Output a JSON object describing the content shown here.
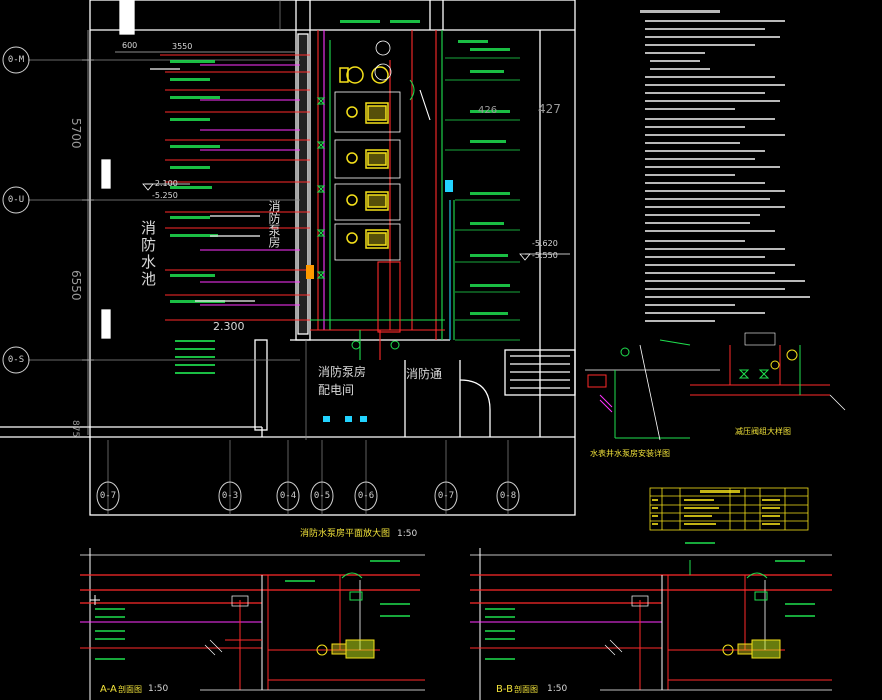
{
  "colors": {
    "background": "#000000",
    "wall": "#ffffff",
    "red_pipe": "#ff2a2a",
    "yellow_pump": "#f5e11b",
    "green_pipe": "#1fe04f",
    "magenta": "#ff33ff",
    "cyan": "#22d3ff",
    "gray": "#9a9a9a"
  },
  "plan": {
    "dims": {
      "d600": "600",
      "d3550": "3550",
      "d5700": "5700",
      "d6550": "6550",
      "d875": "875"
    },
    "elevations": {
      "e1": "-2.100",
      "e2": "-5.250",
      "e3": "-5.620",
      "e4": "-5.550",
      "e5": "2.300"
    },
    "room_labels": {
      "pool": "消防水池",
      "pump_room": "消防泵房",
      "distribution": "配电间",
      "fire_lane": "消防通",
      "room_427": "427",
      "room_426": "426"
    },
    "row_axes": [
      "0-M",
      "0-U",
      "0-S"
    ],
    "column_axes": [
      "0-7",
      "0-3",
      "0-4",
      "0-5",
      "0-6",
      "0-7",
      "0-8"
    ]
  },
  "section_titles": {
    "plan_title": "消防水泵房平面放大图",
    "plan_scale": "1:50",
    "section_a": "A-A",
    "section_a_sub": "剖面图",
    "section_a_scale": "1:50",
    "section_b": "B-B",
    "section_b_sub": "剖面图",
    "section_b_scale": "1:50",
    "detail_title": "水表井水泵房安装详图",
    "valve_title": "减压阀组大样图"
  },
  "icons": {
    "pumps": "pump-icon",
    "valves": "valve-icon",
    "axis_bubble": "axis-bubble-icon"
  }
}
